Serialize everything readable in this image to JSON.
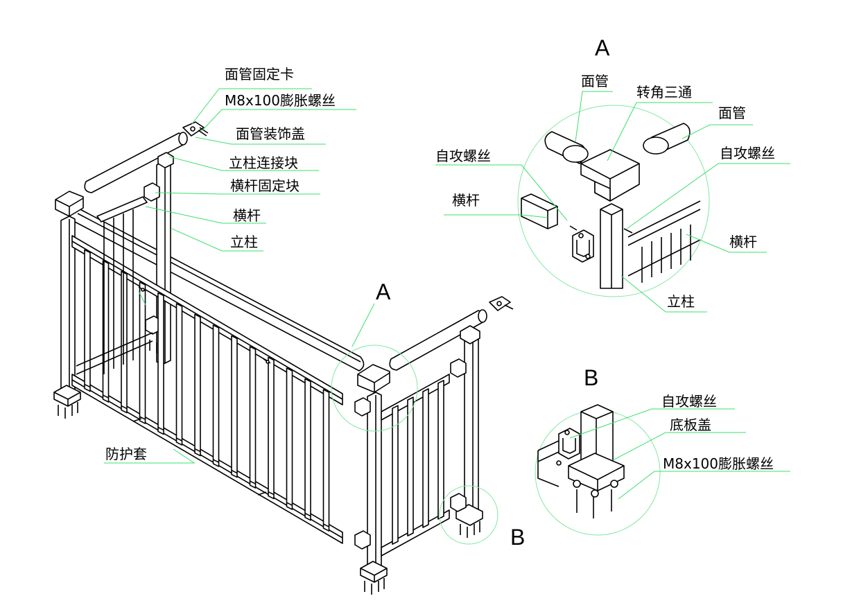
{
  "labels": {
    "mianguan_guding_ka": "面管固定卡",
    "m8_bolt_top": "M8x100膨胀螺丝",
    "mianguan_zhuangshi_gai": "面管装饰盖",
    "lizhu_lianjie_kuai": "立柱连接块",
    "henggan_guding_kuai": "横杆固定块",
    "henggan_main": "横杆",
    "lizhu_main": "立柱",
    "fanghu_tao": "防护套"
  },
  "detail_a": {
    "letter": "A",
    "mianguan_left": "面管",
    "zhuanjiao_santong": "转角三通",
    "mianguan_right": "面管",
    "zigong_luosi_left": "自攻螺丝",
    "zigong_luosi_right": "自攻螺丝",
    "henggan_left": "横杆",
    "henggan_right": "横杆",
    "lizhu": "立柱"
  },
  "detail_b": {
    "letter": "B",
    "zigong_luosi": "自攻螺丝",
    "diban_gai": "底板盖",
    "m8_bolt": "M8x100膨胀螺丝"
  },
  "callouts": {
    "a_marker": "A",
    "b_marker": "B"
  },
  "colors": {
    "line": "#000000",
    "leader": "#39e06a",
    "detail_circle": "#7fe8a0"
  }
}
